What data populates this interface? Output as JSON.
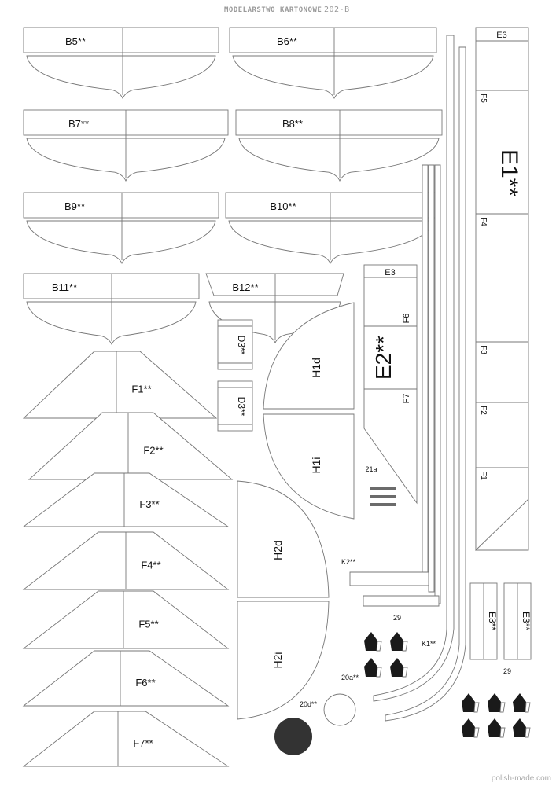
{
  "header": {
    "title": "MODELARSTWO KARTONOWE",
    "code": "202-B"
  },
  "watermark": "polish-made.com",
  "hull_parts": [
    "B5**",
    "B6**",
    "B7**",
    "B8**",
    "B9**",
    "B10**",
    "B11**",
    "B12**"
  ],
  "fin_parts": [
    "F1**",
    "F2**",
    "F3**",
    "F4**",
    "F5**",
    "F6**",
    "F7**"
  ],
  "strip_e1": {
    "top": "E3",
    "main": "E1**",
    "marks": [
      "F5",
      "F4",
      "F3",
      "F2",
      "F1"
    ]
  },
  "strip_e2": {
    "top": "E3",
    "main": "E2**",
    "marks": [
      "F6",
      "F7"
    ]
  },
  "d3": [
    "D3**",
    "D3**"
  ],
  "halves": [
    "H1d",
    "H1i",
    "H2d",
    "H2i"
  ],
  "small_parts": {
    "k1": "K1**",
    "k2": "K2**",
    "p21a": "21a",
    "p29a": "29",
    "p29b": "29",
    "p20a": "20a**",
    "p20d": "20d**"
  },
  "e3_strips": [
    "E3**",
    "E3**"
  ],
  "colors": {
    "outline": "#777777",
    "black_part": "#1a1a1a",
    "disc": "#333333",
    "stripe": "#6b6b6b"
  }
}
